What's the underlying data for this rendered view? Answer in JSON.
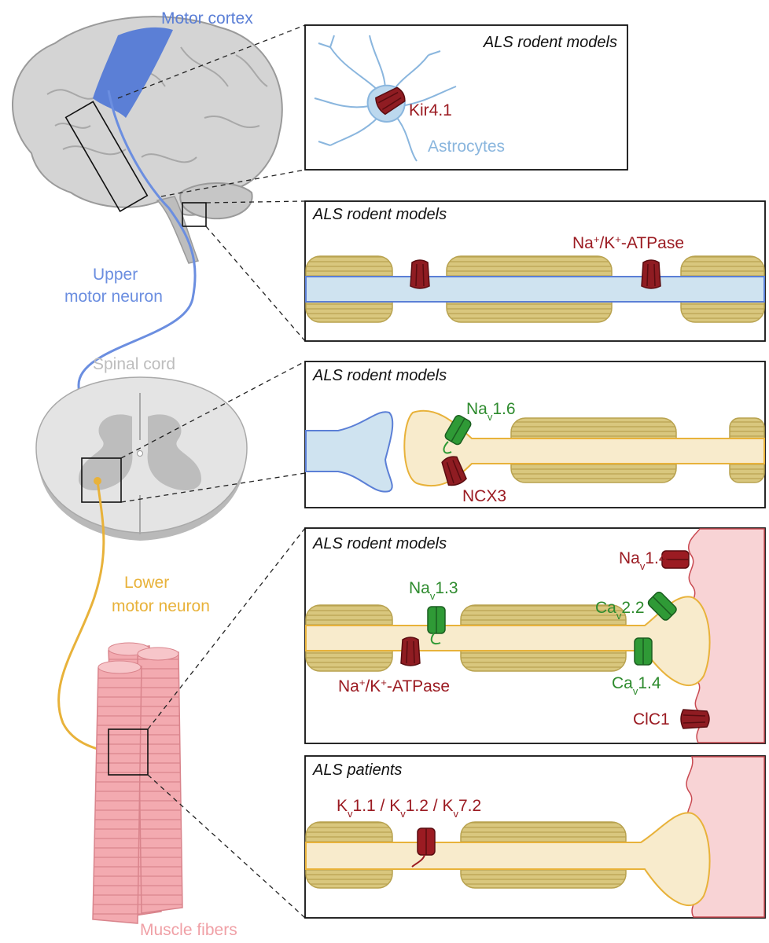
{
  "colors": {
    "motor_cortex": "#5b7fd6",
    "upper_neuron": "#6b8ee0",
    "lower_neuron": "#e8b23a",
    "spinal_label": "#bdbdbd",
    "muscle": "#f0a0a6",
    "red_label": "#9b1b22",
    "green_label": "#2e8b2e",
    "astro_label": "#8ab6de"
  },
  "anatomy": {
    "motor_cortex": "Motor cortex",
    "upper_neuron_line1": "Upper",
    "upper_neuron_line2": "motor neuron",
    "spinal_cord": "Spinal cord",
    "lower_neuron_line1": "Lower",
    "lower_neuron_line2": "motor neuron",
    "muscle_fibers": "Muscle fibers"
  },
  "panels": [
    {
      "title": "ALS rodent models",
      "labels": {
        "kir": "Kir4.1",
        "astro": "Astrocytes"
      }
    },
    {
      "title": "ALS rodent models",
      "labels": {
        "pump_a": "Na",
        "pump_b": "+",
        "pump_c": "/K",
        "pump_d": "+",
        "pump_e": "-ATPase"
      }
    },
    {
      "title": "ALS rodent models",
      "labels": {
        "nav16_a": "Na",
        "nav16_b": "v",
        "nav16_c": "1.6",
        "ncx": "NCX3"
      }
    },
    {
      "title": "ALS rodent models",
      "labels": {
        "nav13_a": "Na",
        "nav13_b": "v",
        "nav13_c": "1.3",
        "nav14_a": "Na",
        "nav14_b": "v",
        "nav14_c": "1.4",
        "cav22_a": "Ca",
        "cav22_b": "v",
        "cav22_c": "2.2",
        "cav14_a": "Ca",
        "cav14_b": "v",
        "cav14_c": "1.4",
        "pump_a": "Na",
        "pump_b": "+",
        "pump_c": "/K",
        "pump_d": "+",
        "pump_e": "-ATPase",
        "clc": "ClC1"
      }
    },
    {
      "title": "ALS patients",
      "labels": {
        "k1a": "K",
        "k1b": "v",
        "k1c": "1.1 / ",
        "k2a": "K",
        "k2b": "v",
        "k2c": "1.2 / ",
        "k3a": "K",
        "k3b": "v",
        "k3c": "7.2"
      }
    }
  ]
}
